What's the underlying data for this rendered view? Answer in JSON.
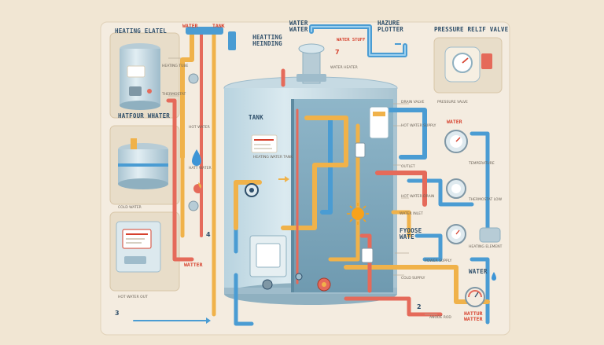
{
  "labels": {
    "heating_element": "HEATING ELATEL",
    "water_top": "WATER",
    "tank_top": "TANK",
    "heating_heinding": "HEATTING HEINDING",
    "water_water": "WATER WATER",
    "water_stuff": "WATER STUFF",
    "hazure_plotter": "HAZURE PLOTTER",
    "pressure_relief_valve": "PRESSURE RELIF VALVE",
    "hatfour_whater": "HATFOUR WHATER",
    "tank": "TANK",
    "water_red": "WATER",
    "watter_red": "WATTER",
    "fyoose_wate": "FYOOSE WATE",
    "water_right": "WATER",
    "hattur_water": "HATTUR WATTER",
    "hot_water": "HOT WATER",
    "hot_water_text": "HATT WATER",
    "heating_tank": "HEATING WATER TANK",
    "cold_water": "COLD WATER",
    "hot_water_out": "HOT WATER OUT",
    "heating_tube": "HEATING TUBE",
    "thermostat": "THERMOSTAT",
    "water_heater": "WATER HEATER",
    "drain_valve": "DRAIN VALVE",
    "hot_water_supply": "HOT WATER SUPPLY",
    "outlet": "OUTLET",
    "pressure_valve": "PRESSURE VALVE",
    "temperature": "TEMPERATURE",
    "hot_water_drain": "HOT WATER DRAIN",
    "water_inlet": "WATER INLET",
    "thermostat_low": "THERMOSTAT LOW",
    "heating_element_low": "HEATING ELEMENT",
    "power_supply": "POWER SUPPLY",
    "cold_supply": "COLD SUPPLY",
    "anode_rod": "ANODE ROD",
    "num_2": "2",
    "num_3": "3",
    "num_4": "4",
    "num_7": "7"
  },
  "colors": {
    "background": "#f1e6d3",
    "panel": "#f4ece0",
    "tank_body": "#cfe2ea",
    "tank_shadow": "#a7c3d0",
    "pipe_blue": "#4a9cd3",
    "pipe_orange": "#f0b24a",
    "pipe_red": "#e56a5a",
    "accent_red": "#d6412d",
    "text_dark": "#2f4f6a"
  },
  "icons": [
    "water-drop-icon",
    "flame-icon",
    "sun-icon",
    "gauge-icon",
    "valve-icon",
    "arrow-icon"
  ]
}
